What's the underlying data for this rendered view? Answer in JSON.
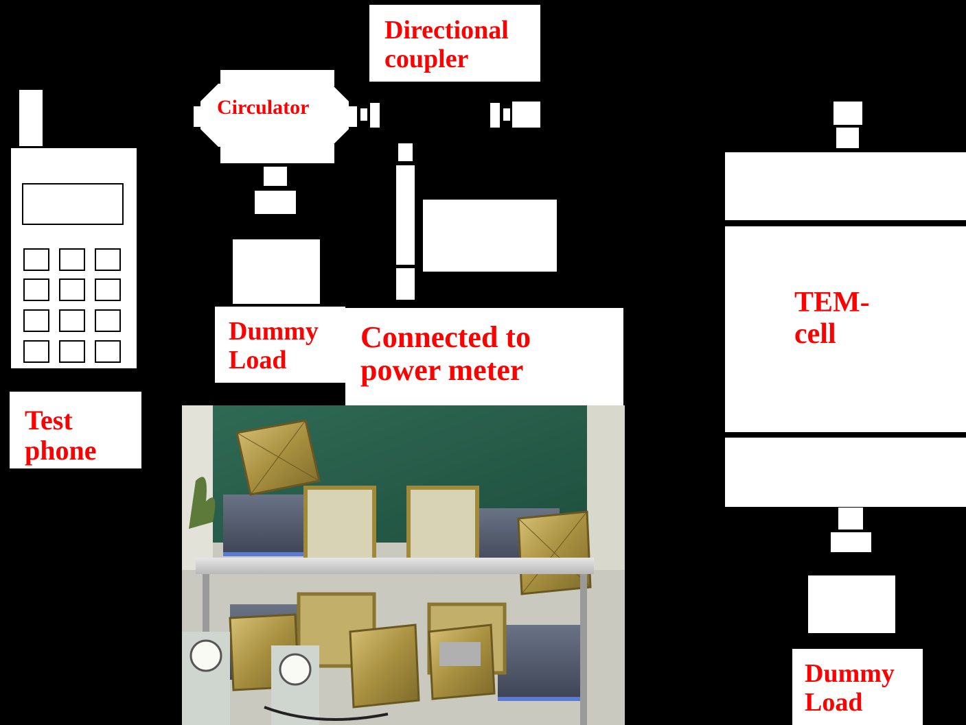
{
  "labels": {
    "directional_coupler": "Directional\ncoupler",
    "circulator": "Circulator",
    "dummy_load_1": "Dummy\nLoad",
    "connected_to_power_meter": "Connected to\npower meter",
    "test_phone": "Test\nphone",
    "tem_cell": "TEM-\ncell",
    "dummy_load_2": "Dummy\nLoad"
  },
  "colors": {
    "label_red": "#ff0000",
    "background": "#000000",
    "block": "#ffffff"
  }
}
